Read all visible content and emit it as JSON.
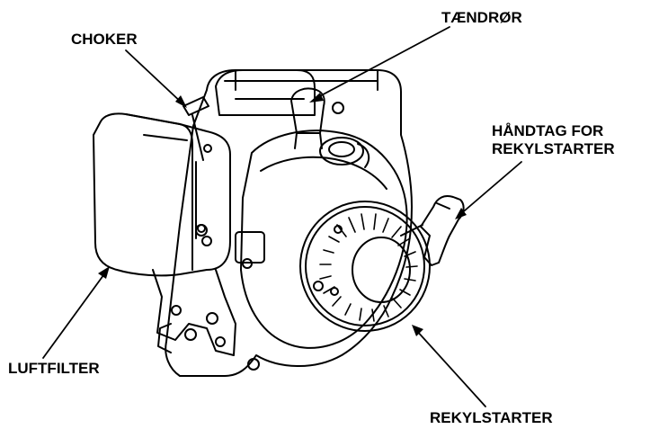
{
  "labels": {
    "choker": "CHOKER",
    "taendroer": "TÆNDRØR",
    "haandtag_line1": "HÅNDTAG FOR",
    "haandtag_line2": "REKYLSTARTER",
    "luftfilter": "LUFTFILTER",
    "rekylstarter": "REKYLSTARTER"
  }
}
